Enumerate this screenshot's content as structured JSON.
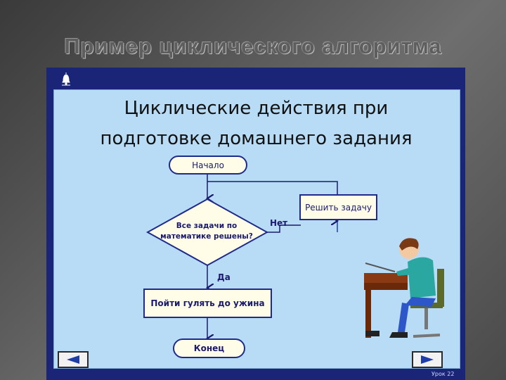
{
  "slide": {
    "title": "Пример циклического алгоритма"
  },
  "content": {
    "heading_line1": "Циклические действия при",
    "heading_line2": "подготовке домашнего задания"
  },
  "flowchart": {
    "start": "Начало",
    "condition_line1": "Все задачи по",
    "condition_line2": "математике решены?",
    "loop_action": "Решить задачу",
    "after_action": "Пойти гулять до ужина",
    "end": "Конец",
    "label_no": "Нет",
    "label_yes": "Да"
  },
  "footer": {
    "page_label": "Урок 22"
  },
  "icons": {
    "corner": "sound-bell-icon",
    "prev": "arrow-left-icon",
    "next": "arrow-right-icon"
  },
  "colors": {
    "frame": "#1a2578",
    "panel": "#b9dcf6",
    "shape_fill": "#fffde8",
    "shape_border": "#1e2b8a",
    "arrow_blue": "#1d3fb8"
  }
}
